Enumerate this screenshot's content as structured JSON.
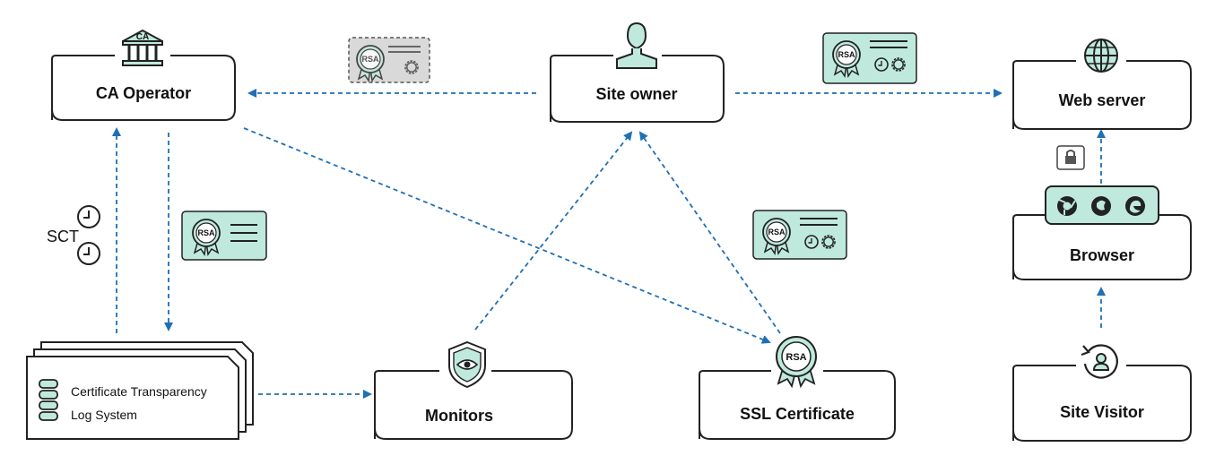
{
  "nodes": {
    "ca_operator": {
      "label": "CA Operator",
      "icon": "bank-icon",
      "icon_text": "CA"
    },
    "site_owner": {
      "label": "Site owner",
      "icon": "person-icon"
    },
    "web_server": {
      "label": "Web server",
      "icon": "globe-icon"
    },
    "browser": {
      "label": "Browser",
      "icon": "browser-logos-icon"
    },
    "site_visitor": {
      "label": "Site Visitor",
      "icon": "user-refresh-icon"
    },
    "ct_log": {
      "label_line1": "Certificate Transparency",
      "label_line2": "Log System",
      "icon": "database-icon"
    },
    "monitors": {
      "label": "Monitors",
      "icon": "shield-eye-icon"
    },
    "ssl_certificate": {
      "label": "SSL Certificate",
      "icon": "rsa-seal-icon"
    }
  },
  "sct": {
    "label": "SCT",
    "icon": "clock-icon"
  },
  "badges": {
    "rsa_text": "RSA"
  },
  "colors": {
    "arrow": "#1f6fb5",
    "cert_fill": "#bfe9dd",
    "cert_pending": "#d9d9d9",
    "border": "#222222"
  }
}
